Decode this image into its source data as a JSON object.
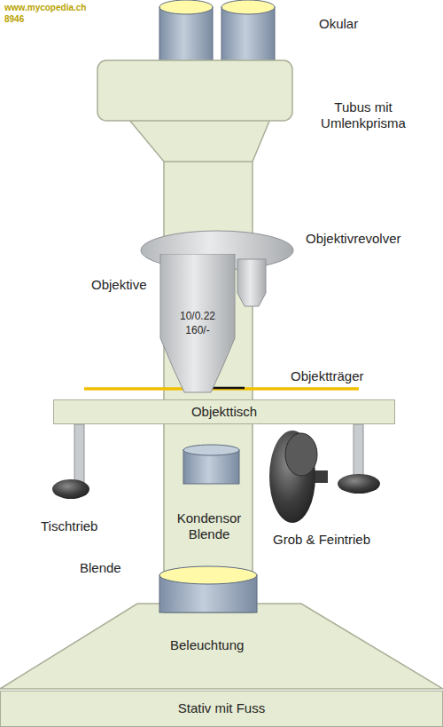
{
  "diagram": {
    "nodes": [
      {
        "text": [
          "10/0.22 160/-"
        ]
      },
      {
        "text": [
          "Objekttisch"
        ]
      },
      {
        "text": [
          "Stativ mit Fuss"
        ]
      }
    ],
    "labels": [
      "www.mycopedia.ch",
      "8946",
      "Okular",
      "Tubus mit Umlenkprisma",
      "Objektivrevolver",
      "Objektive",
      "Objektträger",
      "Tischtrieb",
      "Kondensor Blende",
      "Grob & Feintrieb",
      "Blende",
      "Beleuchtung"
    ]
  }
}
